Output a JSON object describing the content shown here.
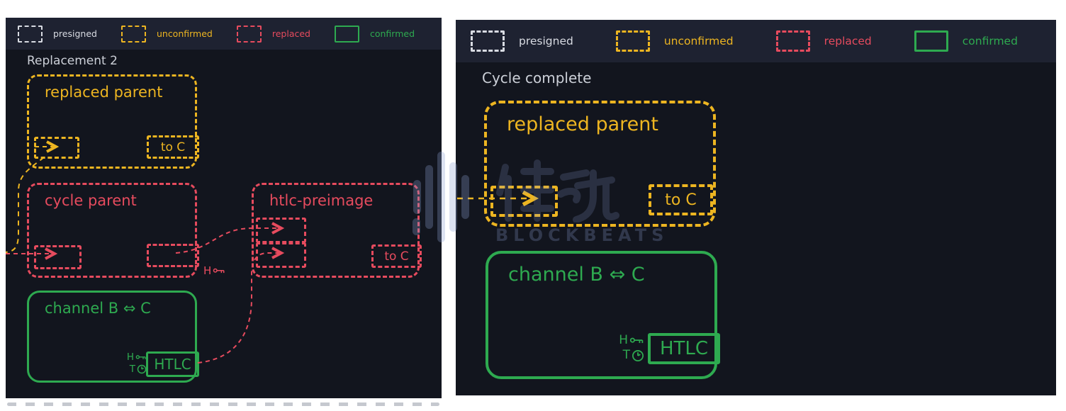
{
  "colors": {
    "page_background": "#ffffff",
    "panel_background": "#12151e",
    "legend_bar_background": "#1e2231",
    "presigned": "#d8dbe2",
    "unconfirmed": "#edb521",
    "replaced": "#e64b5e",
    "confirmed": "#2eaa50",
    "title_text": "#ccd0d8",
    "watermark": "#8c9ed2"
  },
  "legend": {
    "items": [
      {
        "label": "presigned",
        "style": "dashed",
        "color": "#d8dbe2"
      },
      {
        "label": "unconfirmed",
        "style": "dashed",
        "color": "#edb521"
      },
      {
        "label": "replaced",
        "style": "dashed",
        "color": "#e64b5e"
      },
      {
        "label": "confirmed",
        "style": "solid",
        "color": "#2eaa50"
      }
    ]
  },
  "panels": {
    "left": {
      "title": "Replacement 2",
      "replaced_parent": {
        "label": "replaced parent",
        "output_label": "to C"
      },
      "cycle_parent": {
        "label": "cycle parent"
      },
      "htlc_preimage": {
        "label": "htlc-preimage",
        "output_label": "to C"
      },
      "hash_hint": "H",
      "channel": {
        "label": "channel B ⇔ C",
        "htlc_label": "HTLC",
        "hash_label": "H",
        "timelock_label": "T"
      }
    },
    "right": {
      "title": "Cycle complete",
      "replaced_parent": {
        "label": "replaced parent",
        "output_label": "to C"
      },
      "channel": {
        "label": "channel B ⇔ C",
        "htlc_label": "HTLC",
        "hash_label": "H",
        "timelock_label": "T"
      }
    }
  },
  "watermark": {
    "cjk": "律动",
    "latin": "BLOCKBEATS"
  }
}
